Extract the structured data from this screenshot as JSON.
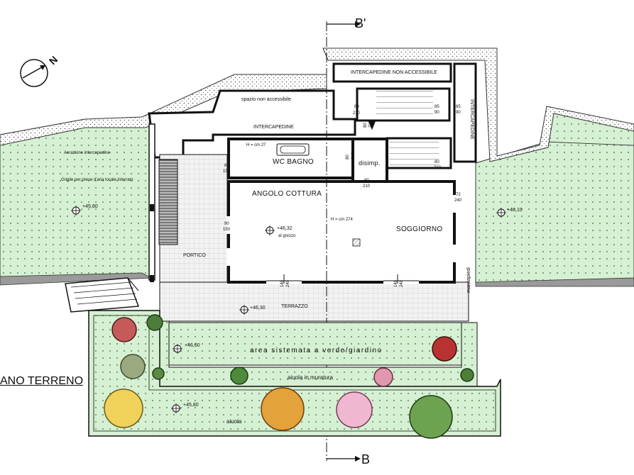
{
  "title": "ANO TERRENO",
  "section": {
    "top_label": "B'",
    "bottom_label": "B"
  },
  "compass": {
    "label": "N",
    "icon": "north-arrow-icon"
  },
  "rooms": {
    "intercapedine_non_accessibile": "INTERCAPEDINE NON ACCESSIBILE",
    "spazio_non_accessibile": "spazio non accessibile",
    "intercapedine": "INTERCAPEDINE",
    "intercapedine_vertical": "INTERCAPEDINE",
    "wc_bagno": "WC BAGNO",
    "disimp": "disimp.",
    "angolo_cottura": "ANGOLO COTTURA",
    "soggiorno": "SOGGIORNO",
    "portico": "PORTICO",
    "terrazzo": "TERRAZZO",
    "marciapiedi": "marciapiedi",
    "area_giardino": "area sistemata a verde/giardino",
    "aiuola_muratura": "aiuola in muratura",
    "aiuola": "aiuola"
  },
  "notes": {
    "aerazione": "Aerazione intercapedine",
    "griglie": "Griglie per prese d'aria locale interrato"
  },
  "heights": {
    "wc": "H = cm 27",
    "main": "H = cm 274"
  },
  "elevations": {
    "left_garden": "+45,80",
    "right_garden": "+46,10",
    "interior": "+46,32",
    "interior_note": "al grezzo",
    "terrace": "+46,30",
    "garden_area": "+46,60",
    "lower_bed": "+45,80"
  },
  "door_dims": {
    "d1_w": "80",
    "d1_h": "210",
    "d2_w": "80",
    "d2_h": "210",
    "d3_w": "80",
    "d3_h": "210",
    "d4_w": "80",
    "d4_h": "210",
    "d5_w": "65",
    "d5_h": "90",
    "d6_w": "85",
    "d6_h": "90",
    "d7_w": "85",
    "d7_h": "150",
    "d8_w": "72",
    "d8_h": "240",
    "d9_w": "90",
    "d9_h": "150",
    "d10_w": "140",
    "d10_h": "240",
    "d11_w": "140",
    "d11_h": "240",
    "d12_w": "80",
    "d12_h": "210"
  }
}
